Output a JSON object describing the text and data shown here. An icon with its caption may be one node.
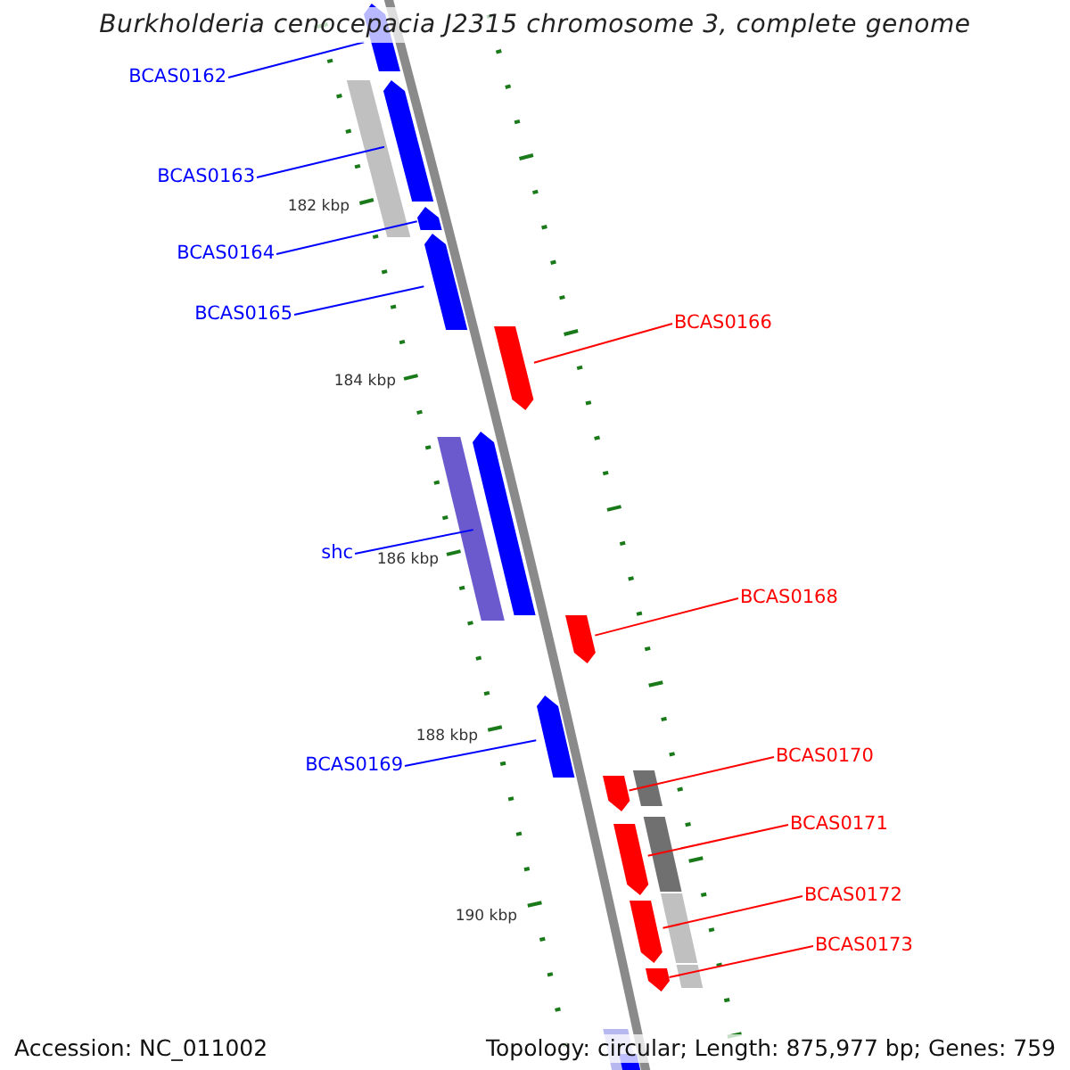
{
  "diagram": {
    "title": "Burkholderia cenocepacia J2315 chromosome 3, complete genome",
    "nodes": [
      {
        "text": [
          "BCAS0162"
        ]
      },
      {
        "text": [
          "BCAS0163"
        ]
      },
      {
        "text": [
          "BCAS0164"
        ]
      },
      {
        "text": [
          "BCAS0165"
        ]
      },
      {
        "text": [
          "BCAS0166"
        ]
      },
      {
        "text": [
          "shc"
        ]
      },
      {
        "text": [
          "BCAS0168"
        ]
      },
      {
        "text": [
          "BCAS0170"
        ]
      },
      {
        "text": [
          "BCAS0169"
        ]
      },
      {
        "text": [
          "BCAS0171"
        ]
      },
      {
        "text": [
          "BCAS0172"
        ]
      },
      {
        "text": [
          "BCAS0173"
        ]
      },
      {
        "text": [],
        "shape": "bar"
      },
      {
        "text": [],
        "shape": "bar"
      },
      {
        "text": [],
        "shape": "bar"
      },
      {
        "text": [],
        "shape": "bar"
      },
      {
        "text": [],
        "shape": "bar"
      },
      {
        "text": [],
        "shape": "bar"
      },
      {
        "text": [],
        "shape": "bar"
      },
      {
        "text": [],
        "shape": "bar"
      },
      {
        "text": [],
        "shape": "bar"
      },
      {
        "text": [],
        "shape": "bar"
      },
      {
        "text": [],
        "shape": "bar"
      },
      {
        "text": [],
        "shape": "bar"
      }
    ],
    "edges": [
      {
        "from": 0,
        "to": 12,
        "arrow": "none",
        "color": "#0000ff"
      },
      {
        "from": 1,
        "to": 13,
        "arrow": "none",
        "color": "#0000ff"
      },
      {
        "from": 2,
        "to": 14,
        "arrow": "none",
        "color": "#0000ff"
      },
      {
        "from": 3,
        "to": 15,
        "arrow": "none",
        "color": "#0000ff"
      },
      {
        "from": 4,
        "to": 16,
        "arrow": "none",
        "color": "#ff0000"
      },
      {
        "from": 5,
        "to": 17,
        "arrow": "none",
        "color": "#0000ff"
      },
      {
        "from": 6,
        "to": 18,
        "arrow": "none",
        "color": "#ff0000"
      },
      {
        "from": 7,
        "to": 19,
        "arrow": "none",
        "color": "#ff0000"
      },
      {
        "from": 8,
        "to": 20,
        "arrow": "none",
        "color": "#0000ff"
      },
      {
        "from": 9,
        "to": 21,
        "arrow": "none",
        "color": "#ff0000"
      },
      {
        "from": 10,
        "to": 22,
        "arrow": "none",
        "color": "#ff0000"
      },
      {
        "from": 11,
        "to": 23,
        "arrow": "none",
        "color": "#ff0000"
      }
    ],
    "labels": [
      "182 kbp",
      "184 kbp",
      "186 kbp",
      "188 kbp",
      "190 kbp",
      "Accession: NC_011002",
      "Topology: circular; Length: 875,977 bp; Genes: 759"
    ]
  }
}
